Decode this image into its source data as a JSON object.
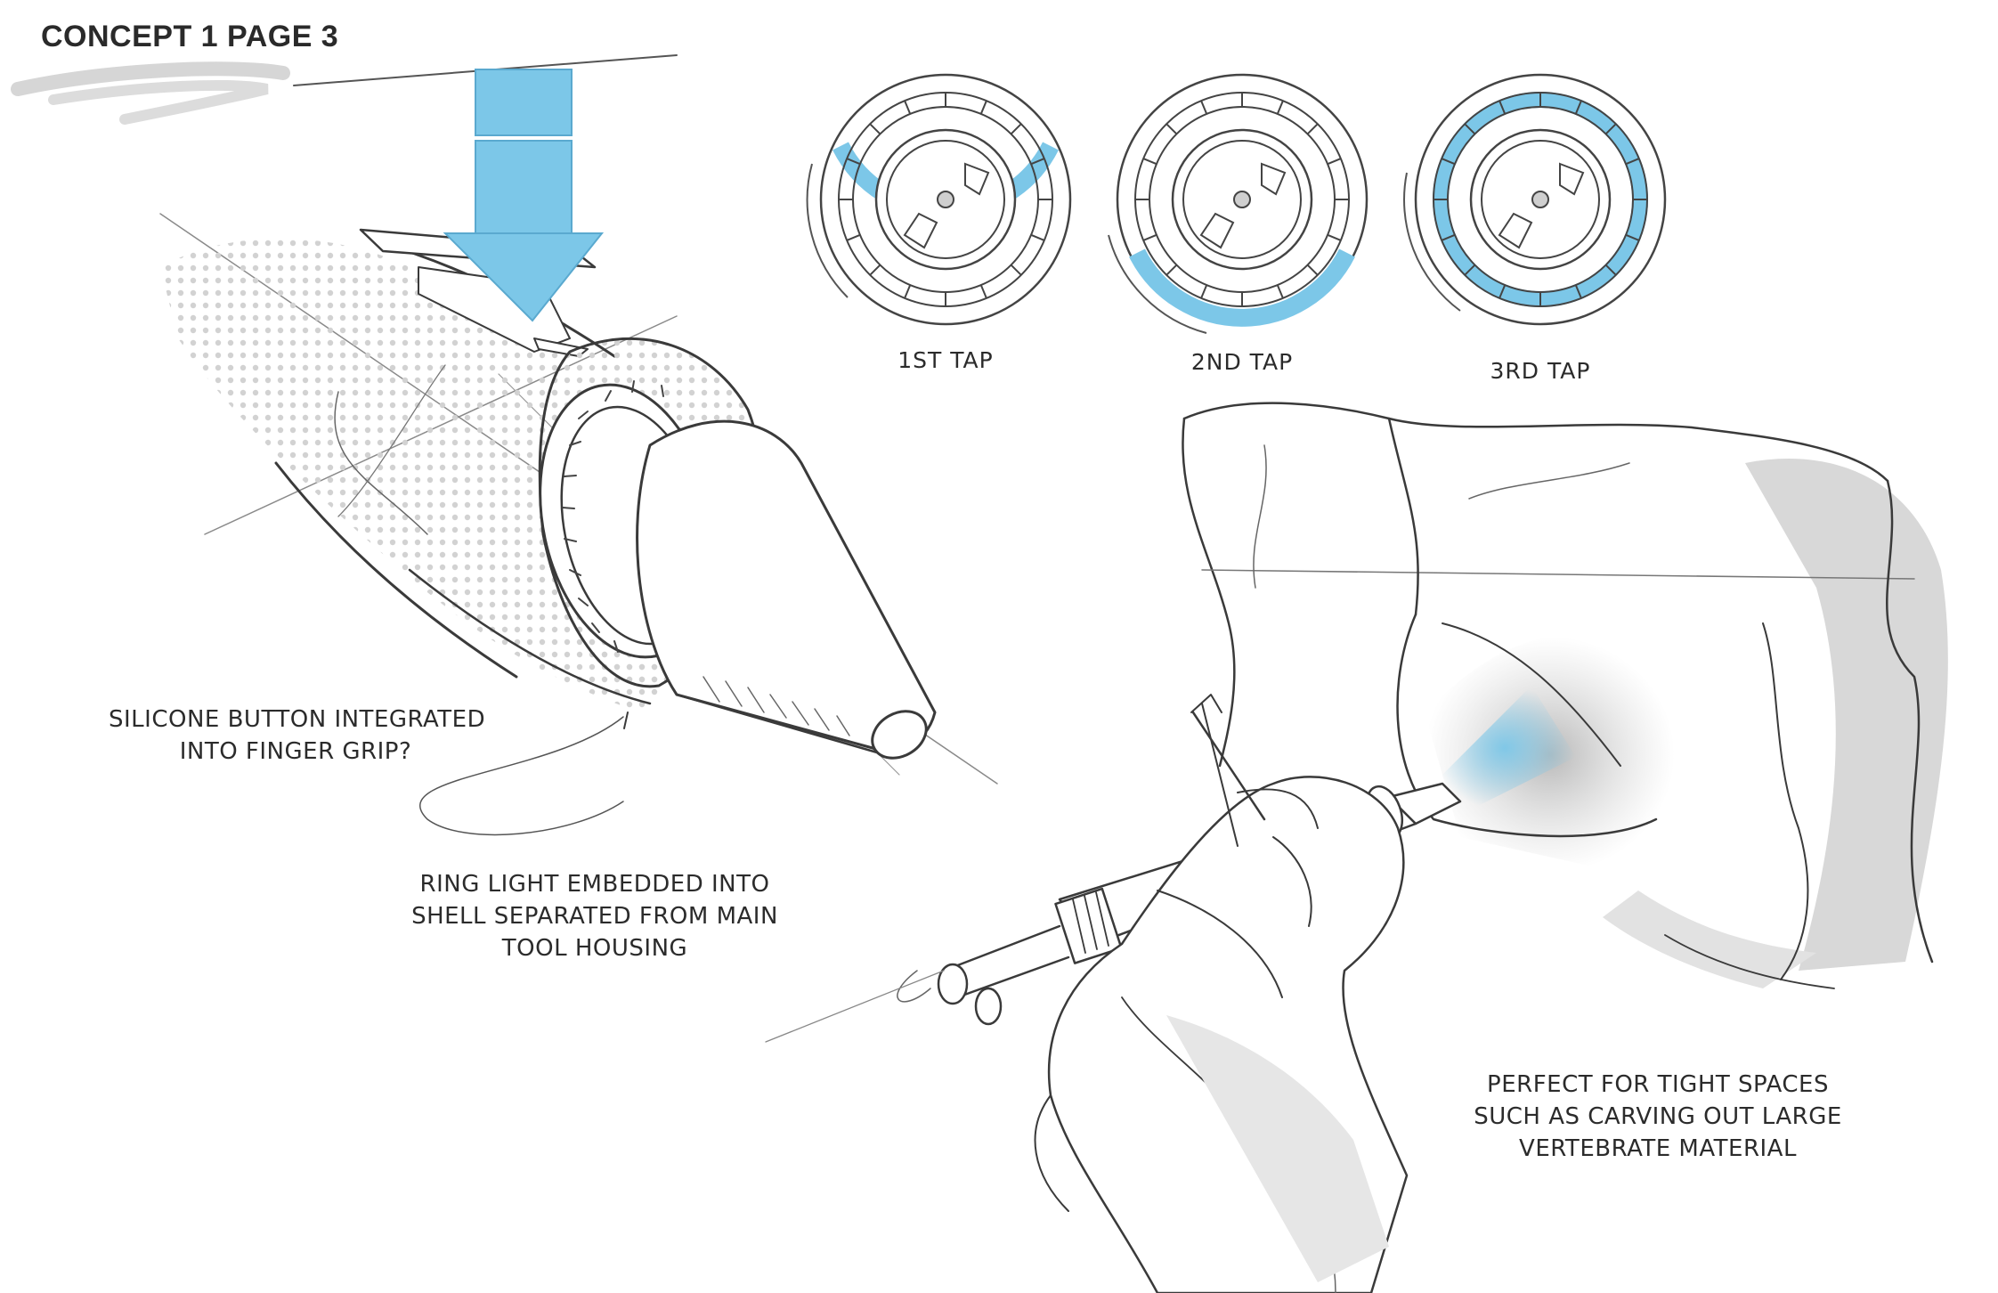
{
  "page": {
    "title": "CONCEPT 1 PAGE 3"
  },
  "colors": {
    "accent": "#7cc7e8",
    "ink": "#3a3a3a",
    "shade": "#c8c8c8"
  },
  "taps": [
    {
      "label": "1ST TAP",
      "lit": "top"
    },
    {
      "label": "2ND TAP",
      "lit": "bottom"
    },
    {
      "label": "3RD TAP",
      "lit": "full"
    }
  ],
  "annotations": {
    "silicone_button": [
      "SILICONE BUTTON INTEGRATED",
      "INTO FINGER GRIP?"
    ],
    "ring_light": [
      "RING LIGHT EMBEDDED INTO",
      "SHELL SEPARATED FROM MAIN",
      "TOOL HOUSING"
    ],
    "tight_spaces": [
      "PERFECT FOR TIGHT SPACES",
      "SUCH AS CARVING OUT LARGE",
      "VERTEBRATE MATERIAL"
    ]
  }
}
